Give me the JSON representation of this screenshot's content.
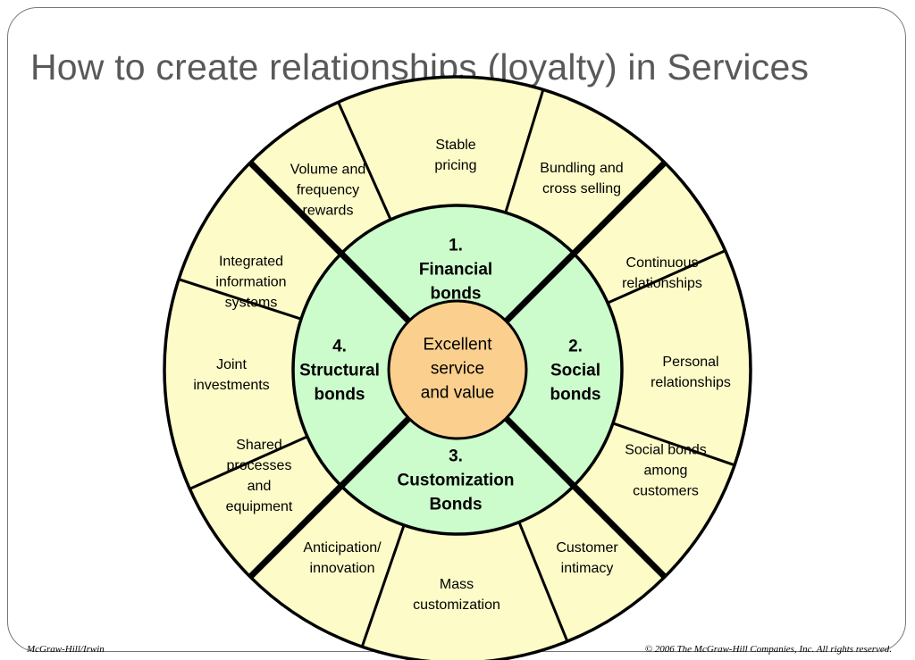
{
  "title": "How to create relationships (loyalty) in Services",
  "diagram": {
    "center": {
      "lines": [
        "Excellent",
        "service",
        "and value"
      ]
    },
    "bonds": [
      {
        "lines": [
          "1.",
          "Financial",
          "bonds"
        ]
      },
      {
        "lines": [
          "2.",
          "Social",
          "bonds"
        ]
      },
      {
        "lines": [
          "3.",
          "Customization",
          "Bonds"
        ]
      },
      {
        "lines": [
          "4.",
          "Structural",
          "bonds"
        ]
      }
    ],
    "segments": [
      {
        "lines": [
          "Stable",
          "pricing"
        ]
      },
      {
        "lines": [
          "Bundling and",
          "cross selling"
        ]
      },
      {
        "lines": [
          "Continuous",
          "relationships"
        ]
      },
      {
        "lines": [
          "Personal",
          "relationships"
        ]
      },
      {
        "lines": [
          "Social bonds",
          "among",
          "customers"
        ]
      },
      {
        "lines": [
          "Customer",
          "intimacy"
        ]
      },
      {
        "lines": [
          "Mass",
          "customization"
        ]
      },
      {
        "lines": [
          "Anticipation/",
          "innovation"
        ]
      },
      {
        "lines": [
          "Shared",
          "processes",
          "and",
          "equipment"
        ]
      },
      {
        "lines": [
          "Joint",
          "investments"
        ]
      },
      {
        "lines": [
          "Integrated",
          "information",
          "systems"
        ]
      },
      {
        "lines": [
          "Volume and",
          "frequency",
          "rewards"
        ]
      }
    ],
    "colors": {
      "outer_ring": "#fdfcc8",
      "inner_ring": "#ccfbcc",
      "center": "#fbd08e",
      "line": "#000000"
    }
  },
  "footer": {
    "left": "McGraw-Hill/Irwin",
    "right": "© 2006 The McGraw-Hill Companies, Inc. All rights reserved."
  }
}
